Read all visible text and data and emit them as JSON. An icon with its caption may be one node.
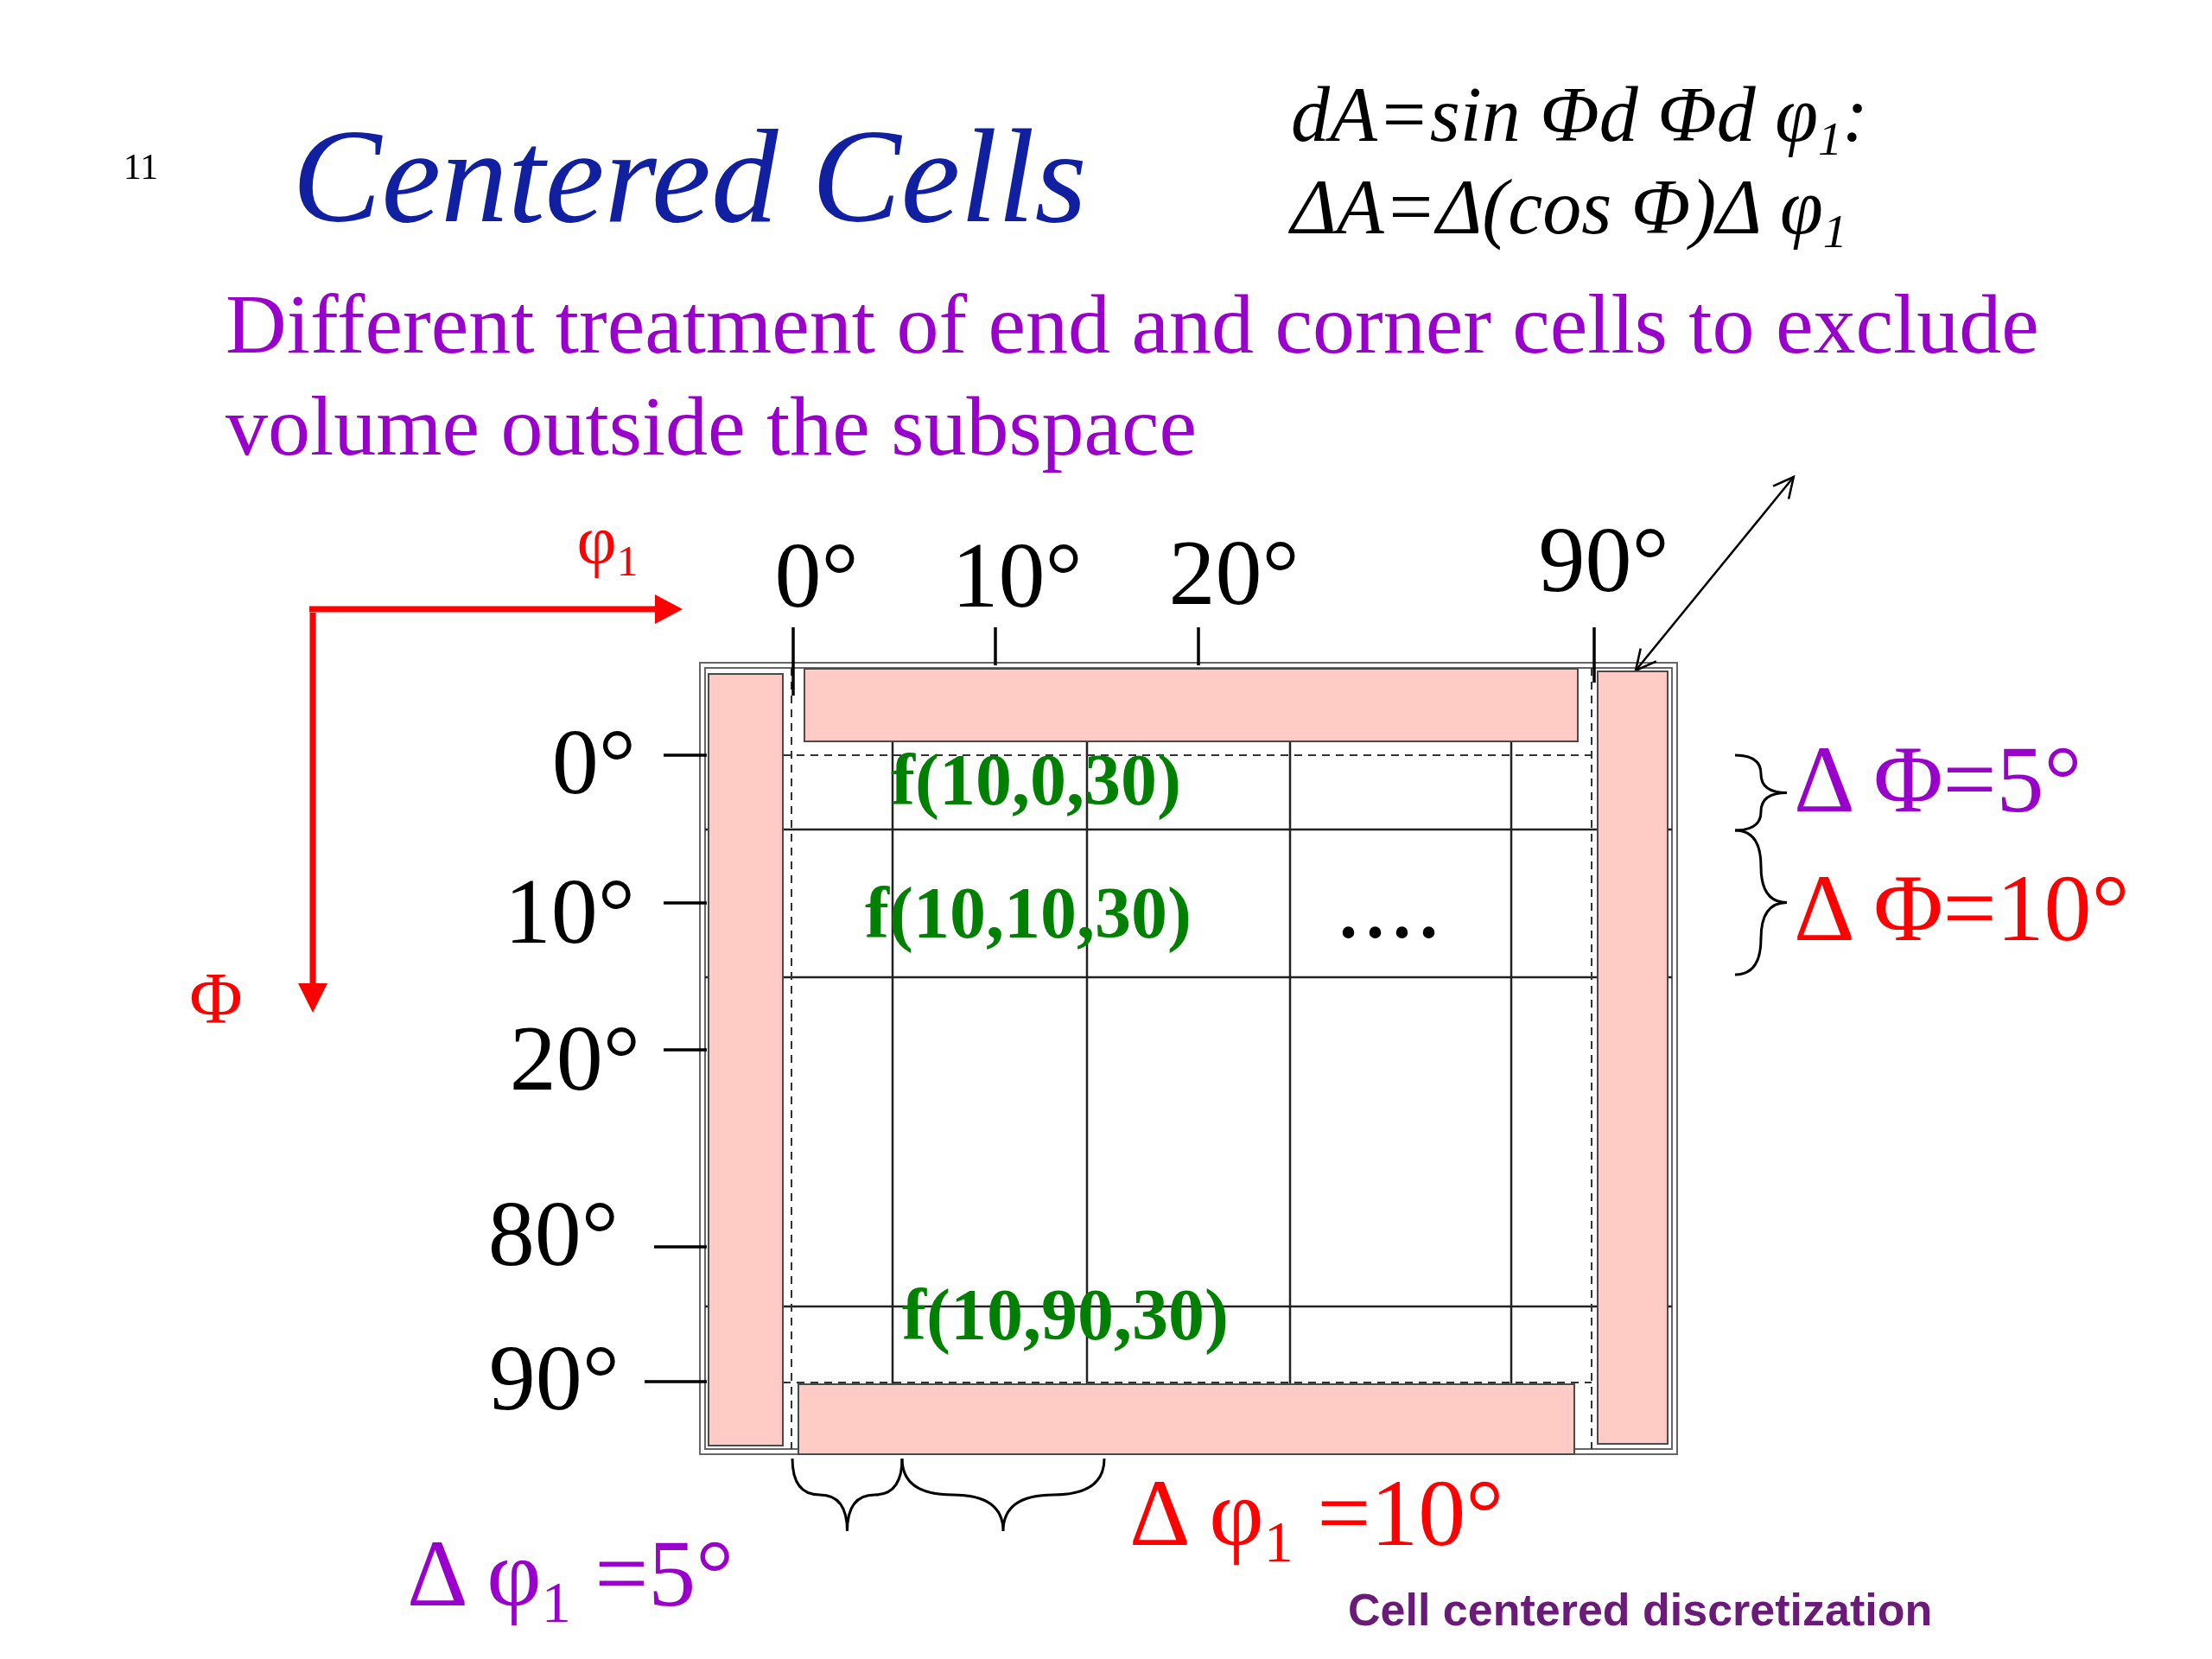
{
  "diagram": {
    "title": "Centered Cells",
    "caption": "Cell centered discretization",
    "nodes": [
      {
        "text": [
          "Different treatment of end and corner cells to exclude volume outside the subspace"
        ]
      },
      {
        "text": [],
        "shape": "bar"
      }
    ],
    "edges": [
      {
        "from": 0,
        "to": 1,
        "arrow": "both"
      }
    ],
    "labels": [
      "11",
      "dA=sin Φd Φd φ$_{1}$:",
      "ΔA=Δ(cos Φ)Δ φ$_{1}$",
      "φ$_{1}$",
      "0°",
      "10°",
      "20°",
      "90°",
      "0°",
      "f(10,0,30)",
      "Δ Φ=5°",
      "10°",
      "f(10,10,30)",
      "....",
      "Δ Φ=10°",
      "Φ",
      "20°",
      "80°",
      "f(10,90,30)",
      "90°",
      "Δ φ$_{1}$ =5°",
      "Δ φ$_{1}$ =10°"
    ]
  }
}
